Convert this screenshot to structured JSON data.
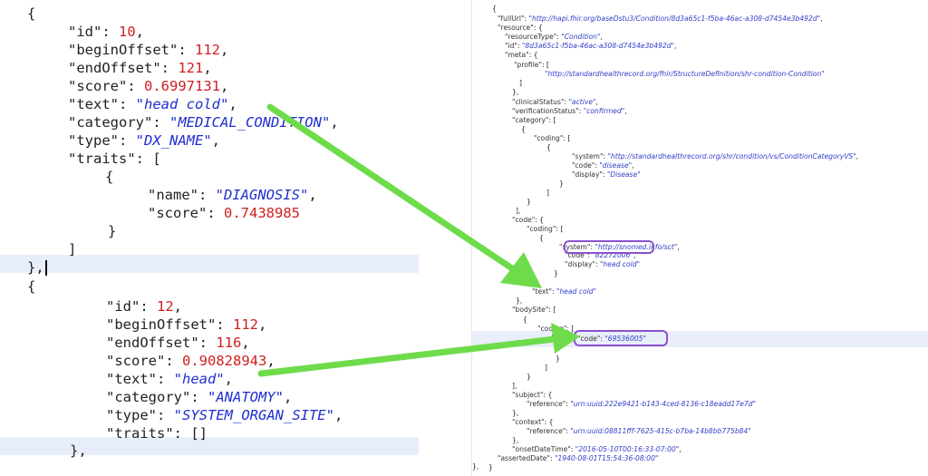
{
  "left_panel": {
    "lines": [
      {
        "parts": [
          [
            "p",
            "{"
          ]
        ]
      },
      {
        "parts": [
          [
            "k",
            "\"id\""
          ],
          [
            "p",
            ": "
          ],
          [
            "num",
            "10"
          ],
          [
            "p",
            ","
          ]
        ]
      },
      {
        "parts": [
          [
            "k",
            "\"beginOffset\""
          ],
          [
            "p",
            ": "
          ],
          [
            "num",
            "112"
          ],
          [
            "p",
            ","
          ]
        ]
      },
      {
        "parts": [
          [
            "k",
            "\"endOffset\""
          ],
          [
            "p",
            ": "
          ],
          [
            "num",
            "121"
          ],
          [
            "p",
            ","
          ]
        ]
      },
      {
        "parts": [
          [
            "k",
            "\"score\""
          ],
          [
            "p",
            ": "
          ],
          [
            "num",
            "0.6997131"
          ],
          [
            "p",
            ","
          ]
        ]
      },
      {
        "parts": [
          [
            "k",
            "\"text\""
          ],
          [
            "p",
            ": "
          ],
          [
            "str",
            "\"head cold\""
          ],
          [
            "p",
            ","
          ]
        ]
      },
      {
        "parts": [
          [
            "k",
            "\"category\""
          ],
          [
            "p",
            ": "
          ],
          [
            "str",
            "\"MEDICAL_CONDITION\""
          ],
          [
            "p",
            ","
          ]
        ]
      },
      {
        "parts": [
          [
            "k",
            "\"type\""
          ],
          [
            "p",
            ": "
          ],
          [
            "str",
            "\"DX_NAME\""
          ],
          [
            "p",
            ","
          ]
        ]
      },
      {
        "parts": [
          [
            "k",
            "\"traits\""
          ],
          [
            "p",
            ": ["
          ]
        ]
      },
      {
        "parts": [
          [
            "p",
            "{"
          ]
        ]
      },
      {
        "parts": [
          [
            "k",
            "\"name\""
          ],
          [
            "p",
            ": "
          ],
          [
            "str",
            "\"DIAGNOSIS\""
          ],
          [
            "p",
            ","
          ]
        ]
      },
      {
        "parts": [
          [
            "k",
            "\"score\""
          ],
          [
            "p",
            ": "
          ],
          [
            "num",
            "0.7438985"
          ]
        ]
      },
      {
        "parts": [
          [
            "p",
            "}"
          ]
        ]
      },
      {
        "parts": [
          [
            "p",
            "]"
          ]
        ]
      },
      {
        "parts": [
          [
            "p",
            "},"
          ]
        ]
      },
      {
        "parts": [
          [
            "p",
            "{"
          ]
        ]
      },
      {
        "parts": [
          [
            "k",
            "\"id\""
          ],
          [
            "p",
            ": "
          ],
          [
            "num",
            "12"
          ],
          [
            "p",
            ","
          ]
        ]
      },
      {
        "parts": [
          [
            "k",
            "\"beginOffset\""
          ],
          [
            "p",
            ": "
          ],
          [
            "num",
            "112"
          ],
          [
            "p",
            ","
          ]
        ]
      },
      {
        "parts": [
          [
            "k",
            "\"endOffset\""
          ],
          [
            "p",
            ": "
          ],
          [
            "num",
            "116"
          ],
          [
            "p",
            ","
          ]
        ]
      },
      {
        "parts": [
          [
            "k",
            "\"score\""
          ],
          [
            "p",
            ": "
          ],
          [
            "num",
            "0.90828943"
          ],
          [
            "p",
            ","
          ]
        ]
      },
      {
        "parts": [
          [
            "k",
            "\"text\""
          ],
          [
            "p",
            ": "
          ],
          [
            "str",
            "\"head\""
          ],
          [
            "p",
            ","
          ]
        ]
      },
      {
        "parts": [
          [
            "k",
            "\"category\""
          ],
          [
            "p",
            ": "
          ],
          [
            "str",
            "\"ANATOMY\""
          ],
          [
            "p",
            ","
          ]
        ]
      },
      {
        "parts": [
          [
            "k",
            "\"type\""
          ],
          [
            "p",
            ": "
          ],
          [
            "str",
            "\"SYSTEM_ORGAN_SITE\""
          ],
          [
            "p",
            ","
          ]
        ]
      },
      {
        "parts": [
          [
            "k",
            "\"traits\""
          ],
          [
            "p",
            ": []"
          ]
        ]
      },
      {
        "parts": [
          [
            "p",
            "},"
          ]
        ]
      }
    ]
  },
  "right_panel": {
    "lines": [
      {
        "parts": [
          [
            "p",
            "{"
          ]
        ]
      },
      {
        "parts": [
          [
            "rk",
            "\"fullUrl\""
          ],
          [
            "p",
            ": "
          ],
          [
            "rs",
            "\"http://hapi.fhir.org/baseDstu3/Condition/8d3a65c1-f5ba-46ac-a308-d7454e3b492d\""
          ],
          [
            "p",
            ","
          ]
        ]
      },
      {
        "parts": [
          [
            "rk",
            "\"resource\""
          ],
          [
            "p",
            ": {"
          ]
        ]
      },
      {
        "parts": [
          [
            "rk",
            "\"resourceType\""
          ],
          [
            "p",
            ": "
          ],
          [
            "rs",
            "\"Condition\""
          ],
          [
            "p",
            ","
          ]
        ]
      },
      {
        "parts": [
          [
            "rk",
            "\"id\""
          ],
          [
            "p",
            ": "
          ],
          [
            "rs",
            "\"8d3a65c1-f5ba-46ac-a308-d7454e3b492d\""
          ],
          [
            "p",
            ","
          ]
        ]
      },
      {
        "parts": [
          [
            "rk",
            "\"meta\""
          ],
          [
            "p",
            ": {"
          ]
        ]
      },
      {
        "parts": [
          [
            "rk",
            "\"profile\""
          ],
          [
            "p",
            ": ["
          ]
        ]
      },
      {
        "parts": [
          [
            "rs",
            "\"http://standardhealthrecord.org/fhir/StructureDefinition/shr-condition-Condition\""
          ]
        ]
      },
      {
        "parts": [
          [
            "p",
            "]"
          ]
        ]
      },
      {
        "parts": [
          [
            "p",
            "},"
          ]
        ]
      },
      {
        "parts": [
          [
            "rk",
            "\"clinicalStatus\""
          ],
          [
            "p",
            ": "
          ],
          [
            "rs",
            "\"active\""
          ],
          [
            "p",
            ","
          ]
        ]
      },
      {
        "parts": [
          [
            "rk",
            "\"verificationStatus\""
          ],
          [
            "p",
            ": "
          ],
          [
            "rs",
            "\"confirmed\""
          ],
          [
            "p",
            ","
          ]
        ]
      },
      {
        "parts": [
          [
            "rk",
            "\"category\""
          ],
          [
            "p",
            ": ["
          ]
        ]
      },
      {
        "parts": [
          [
            "p",
            "{"
          ]
        ]
      },
      {
        "parts": [
          [
            "rk",
            "\"coding\""
          ],
          [
            "p",
            ": ["
          ]
        ]
      },
      {
        "parts": [
          [
            "p",
            "{"
          ]
        ]
      },
      {
        "parts": [
          [
            "rk",
            "\"system\""
          ],
          [
            "p",
            ": "
          ],
          [
            "rs",
            "\"http://standardhealthrecord.org/shr/condition/vs/ConditionCategoryVS\""
          ],
          [
            "p",
            ","
          ]
        ]
      },
      {
        "parts": [
          [
            "rk",
            "\"code\""
          ],
          [
            "p",
            ": "
          ],
          [
            "rs",
            "\"disease\""
          ],
          [
            "p",
            ","
          ]
        ]
      },
      {
        "parts": [
          [
            "rk",
            "\"display\""
          ],
          [
            "p",
            ": "
          ],
          [
            "rs",
            "\"Disease\""
          ]
        ]
      },
      {
        "parts": [
          [
            "p",
            "}"
          ]
        ]
      },
      {
        "parts": [
          [
            "p",
            "]"
          ]
        ]
      },
      {
        "parts": [
          [
            "p",
            "}"
          ]
        ]
      },
      {
        "parts": [
          [
            "p",
            "],"
          ]
        ]
      },
      {
        "parts": [
          [
            "rk",
            "\"code\""
          ],
          [
            "p",
            ": {"
          ]
        ]
      },
      {
        "parts": [
          [
            "rk",
            "\"coding\""
          ],
          [
            "p",
            ": ["
          ]
        ]
      },
      {
        "parts": [
          [
            "p",
            "{"
          ]
        ]
      },
      {
        "parts": [
          [
            "rk",
            "\"system\""
          ],
          [
            "p",
            ": "
          ],
          [
            "rs",
            "\"http://snomed.info/sct\""
          ],
          [
            "p",
            ","
          ]
        ]
      },
      {
        "parts": [
          [
            "rk",
            "\"code\""
          ],
          [
            "p",
            ": "
          ],
          [
            "rs",
            "\"82272006\""
          ],
          [
            "p",
            ","
          ]
        ]
      },
      {
        "parts": [
          [
            "rk",
            "\"display\""
          ],
          [
            "p",
            ": "
          ],
          [
            "rs",
            "\"head cold\""
          ]
        ]
      },
      {
        "parts": [
          [
            "p",
            "}"
          ]
        ]
      },
      {
        "parts": [
          [
            "p",
            "],"
          ]
        ]
      },
      {
        "parts": [
          [
            "rk",
            "\"text\""
          ],
          [
            "p",
            ": "
          ],
          [
            "rs",
            "\"head cold\""
          ]
        ]
      },
      {
        "parts": [
          [
            "p",
            "},"
          ]
        ]
      },
      {
        "parts": [
          [
            "rk",
            "\"bodySite\""
          ],
          [
            "p",
            ": ["
          ]
        ]
      },
      {
        "parts": [
          [
            "p",
            "{"
          ]
        ]
      },
      {
        "parts": [
          [
            "rk",
            "\"coding\""
          ],
          [
            "p",
            ": ["
          ]
        ]
      },
      {
        "parts": [
          [
            "p",
            "{"
          ]
        ]
      },
      {
        "parts": [
          [
            "rk",
            "\"code\""
          ],
          [
            "p",
            ": "
          ],
          [
            "rs",
            "\"69536005\""
          ]
        ]
      },
      {
        "parts": [
          [
            "p",
            "}"
          ]
        ]
      },
      {
        "parts": [
          [
            "p",
            "]"
          ]
        ]
      },
      {
        "parts": [
          [
            "p",
            "}"
          ]
        ]
      },
      {
        "parts": [
          [
            "p",
            "],"
          ]
        ]
      },
      {
        "parts": [
          [
            "rk",
            "\"subject\""
          ],
          [
            "p",
            ": {"
          ]
        ]
      },
      {
        "parts": [
          [
            "rk",
            "\"reference\""
          ],
          [
            "p",
            ": "
          ],
          [
            "rs",
            "\"urn:uuid:222e9421-b143-4ced-8136-c18eadd17e7d\""
          ]
        ]
      },
      {
        "parts": [
          [
            "p",
            "},"
          ]
        ]
      },
      {
        "parts": [
          [
            "rk",
            "\"context\""
          ],
          [
            "p",
            ": {"
          ]
        ]
      },
      {
        "parts": [
          [
            "rk",
            "\"reference\""
          ],
          [
            "p",
            ": "
          ],
          [
            "rs",
            "\"urn:uuid:08811fff-7625-415c-b7ba-14b8bb775b84\""
          ]
        ]
      },
      {
        "parts": [
          [
            "p",
            "},"
          ]
        ]
      },
      {
        "parts": [
          [
            "rk",
            "\"onsetDateTime\""
          ],
          [
            "p",
            ": "
          ],
          [
            "rs",
            "\"2016-05-10T00:16:33-07:00\""
          ],
          [
            "p",
            ","
          ]
        ]
      },
      {
        "parts": [
          [
            "rk",
            "\"assertedDate\""
          ],
          [
            "p",
            ": "
          ],
          [
            "rs",
            "\"1940-08-01T15:54:36-08:00\""
          ]
        ]
      },
      {
        "parts": [
          [
            "p",
            "}"
          ]
        ]
      },
      {
        "parts": [
          [
            "p",
            "},"
          ]
        ]
      }
    ]
  },
  "colors": {
    "arrow": "#6edc4a",
    "highlight_box": "#8a52cc",
    "line_highlight": "#e8eef9"
  }
}
